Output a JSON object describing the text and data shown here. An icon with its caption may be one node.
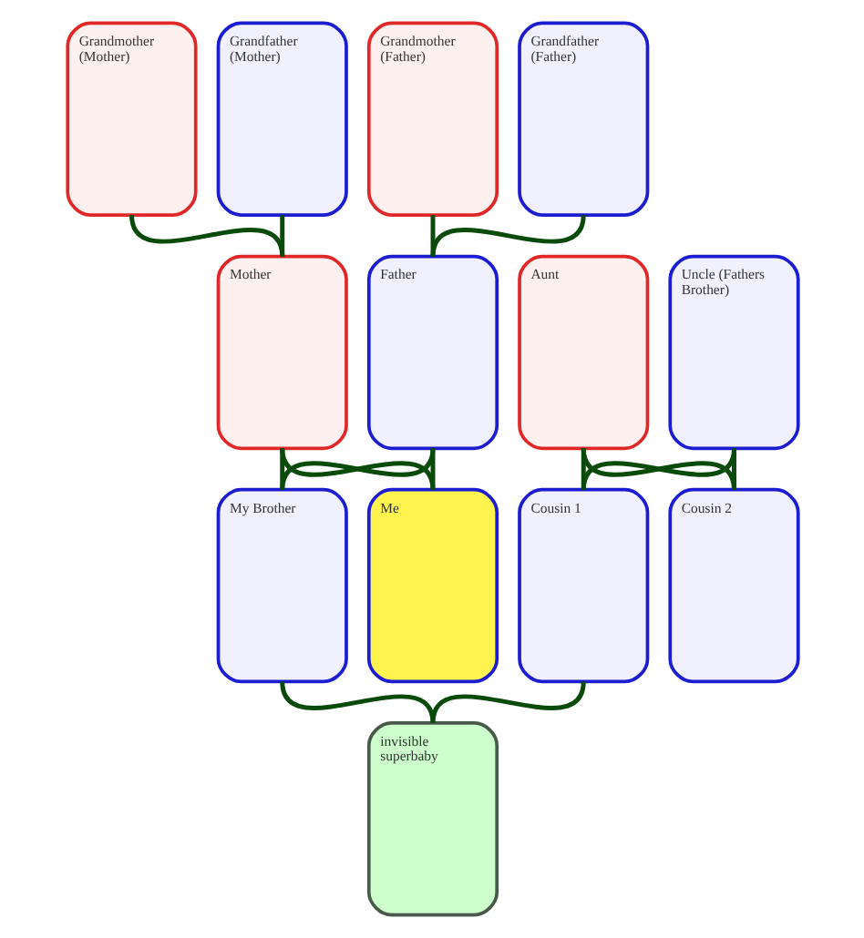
{
  "diagram": {
    "nodes": [
      {
        "text": [
          "Grandmother (Mother)"
        ]
      },
      {
        "text": [
          "Grandfather (Mother)"
        ]
      },
      {
        "text": [
          "Grandmother (Father)"
        ]
      },
      {
        "text": [
          "Grandfather (Father)"
        ]
      },
      {
        "text": [
          "Mother"
        ]
      },
      {
        "text": [
          "Father"
        ]
      },
      {
        "text": [
          "Aunt"
        ]
      },
      {
        "text": [
          "Uncle (Fathers Brother)"
        ]
      },
      {
        "text": [
          "My Brother"
        ]
      },
      {
        "text": [
          "Me"
        ]
      },
      {
        "text": [
          "Cousin 1"
        ]
      },
      {
        "text": [
          "Cousin 2"
        ]
      },
      {
        "text": [
          "invisible superbaby"
        ]
      }
    ],
    "edges": [
      {
        "from": 0,
        "to": 4,
        "arrow": "none"
      },
      {
        "from": 1,
        "to": 4,
        "arrow": "none"
      },
      {
        "from": 2,
        "to": 5,
        "arrow": "none"
      },
      {
        "from": 3,
        "to": 5,
        "arrow": "none"
      },
      {
        "from": 4,
        "to": 8,
        "arrow": "none"
      },
      {
        "from": 4,
        "to": 9,
        "arrow": "none"
      },
      {
        "from": 5,
        "to": 8,
        "arrow": "none"
      },
      {
        "from": 5,
        "to": 9,
        "arrow": "none"
      },
      {
        "from": 6,
        "to": 10,
        "arrow": "none"
      },
      {
        "from": 6,
        "to": 11,
        "arrow": "none"
      },
      {
        "from": 7,
        "to": 10,
        "arrow": "none"
      },
      {
        "from": 7,
        "to": 11,
        "arrow": "none"
      },
      {
        "from": 8,
        "to": 12,
        "arrow": "none"
      },
      {
        "from": 10,
        "to": 12,
        "arrow": "none"
      }
    ]
  }
}
